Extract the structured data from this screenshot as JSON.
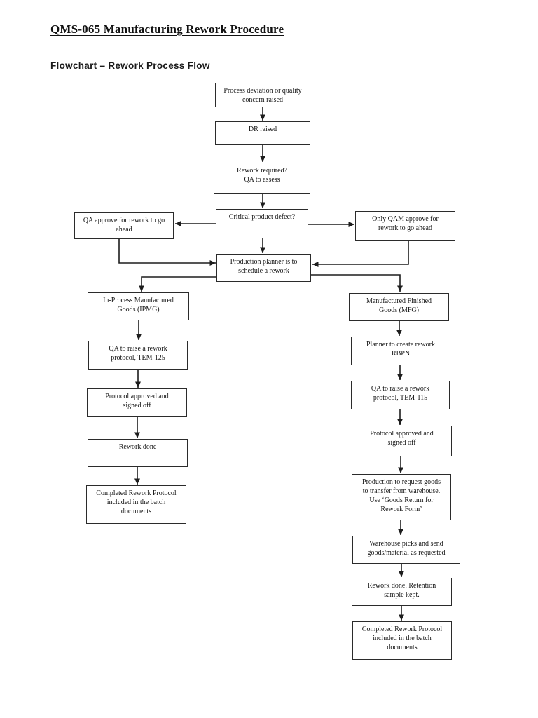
{
  "page": {
    "title": "QMS-065 Manufacturing Rework Procedure",
    "subtitle": "Flowchart – Rework Process Flow"
  },
  "colors": {
    "ink": "#1a1a1a",
    "box_border": "#2b2b2b",
    "background": "#ffffff"
  },
  "flowchart": {
    "nodes": {
      "process_deviation": {
        "label": "Process deviation or quality\nconcern raised"
      },
      "dr_raised": {
        "label": "DR raised"
      },
      "rework_required": {
        "label": "Rework required?\nQA to assess"
      },
      "qa_approve": {
        "label": "QA approve for rework to go\nahead"
      },
      "critical_defect": {
        "label": "Critical product defect?"
      },
      "only_qam": {
        "label": "Only QAM approve for\nrework to go ahead"
      },
      "production_planner": {
        "label": "Production planner is to\nschedule a rework"
      },
      "ipmg": {
        "label": "In-Process Manufactured\nGoods (IPMG)"
      },
      "qa_raise_125": {
        "label": "QA to raise a rework\nprotocol, TEM-125"
      },
      "protocol_approved_left": {
        "label": "Protocol approved and\nsigned off"
      },
      "rework_done_left": {
        "label": "Rework done"
      },
      "completed_left": {
        "label": "Completed Rework Protocol\nincluded in the batch\ndocuments"
      },
      "mfg": {
        "label": "Manufactured Finished\nGoods (MFG)"
      },
      "planner_rbpn": {
        "label": "Planner to create rework\nRBPN"
      },
      "qa_raise_115": {
        "label": "QA to raise a rework\nprotocol, TEM-115"
      },
      "protocol_approved_right": {
        "label": "Protocol approved and\nsigned off"
      },
      "production_request": {
        "label": "Production to request goods\nto transfer from warehouse.\nUse ‘Goods Return for\nRework Form’"
      },
      "warehouse_picks": {
        "label": "Warehouse picks and send\ngoods/material as requested"
      },
      "rework_done_right": {
        "label": "Rework done. Retention\nsample kept."
      },
      "completed_right": {
        "label": "Completed Rework Protocol\nincluded in the batch\ndocuments"
      }
    }
  }
}
